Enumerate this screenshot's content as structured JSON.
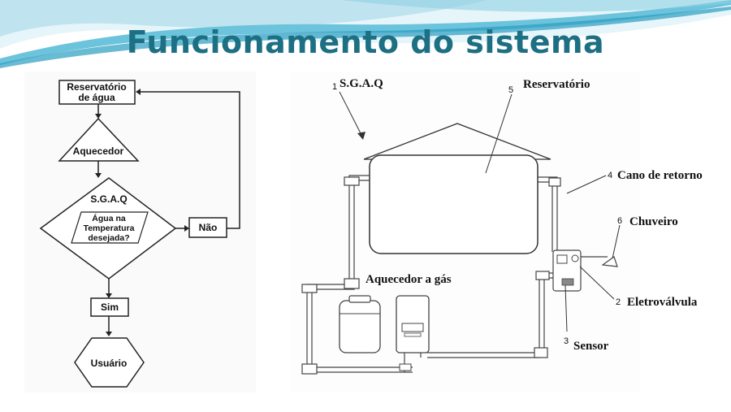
{
  "title": "Funcionamento do sistema",
  "flowchart": {
    "reservatorio": [
      "Reservatório",
      "de água"
    ],
    "aquecedor": "Aquecedor",
    "sgaq": "S.G.A.Q",
    "question": [
      "Água na",
      "Temperatura",
      "desejada?"
    ],
    "nao": "Não",
    "sim": "Sim",
    "usuario": "Usuário"
  },
  "system": {
    "labels": {
      "sgaq": {
        "num": "1",
        "text": "S.G.A.Q"
      },
      "reservatorio": {
        "num": "5",
        "text": "Reservatório"
      },
      "cano_retorno": {
        "num": "4",
        "text": "Cano de retorno"
      },
      "chuveiro": {
        "num": "6",
        "text": "Chuveiro"
      },
      "aquecedor_gas": {
        "num": "",
        "text": "Aquecedor a gás"
      },
      "eletrovalvula": {
        "num": "2",
        "text": "Eletroválvula"
      },
      "sensor": {
        "num": "3",
        "text": "Sensor"
      }
    }
  },
  "colors": {
    "title": "#1d6f83",
    "wave_light": "#bfe3ef",
    "wave_mid": "#6cc3dc",
    "wave_dark": "#2a9cc0"
  }
}
